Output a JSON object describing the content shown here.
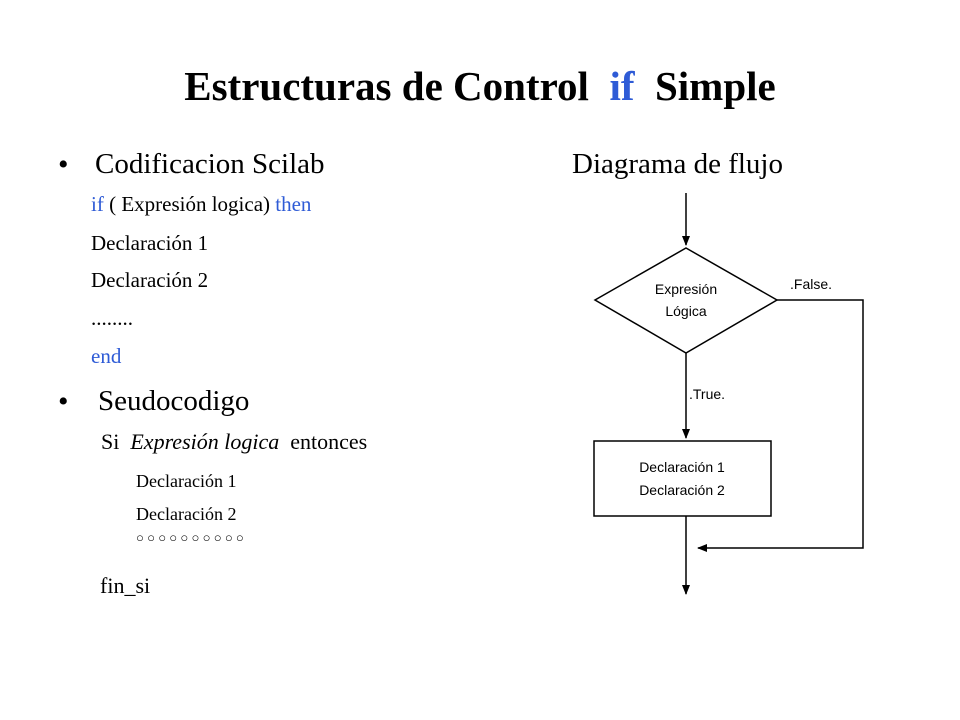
{
  "title": {
    "pre": "Estructuras de Control",
    "keyword": "if",
    "post": "Simple"
  },
  "left": {
    "bullet_glyph": "•",
    "section1_heading": "Codificacion Scilab",
    "code": {
      "if_kw": "if",
      "condition": "( Expresión logica)",
      "then_kw": "then",
      "stmt1": "Declaración 1",
      "stmt2": "Declaración 2",
      "ellipsis": "........",
      "end_kw": "end"
    },
    "section2_heading": "Seudocodigo",
    "pseudo": {
      "si": "Si",
      "condition": "Expresión logica",
      "entonces": "entonces",
      "stmt1": "Declaración  1",
      "stmt2": "Declaración  2",
      "dots": "○ ○ ○ ○ ○ ○ ○ ○ ○ ○",
      "fin": "fin_si"
    }
  },
  "diagram": {
    "heading": "Diagrama de flujo",
    "decision_line1": "Expresión",
    "decision_line2": "Lógica",
    "false_label": ".False.",
    "true_label": ".True.",
    "process_line1": "Declaración 1",
    "process_line2": "Declaración 2"
  }
}
